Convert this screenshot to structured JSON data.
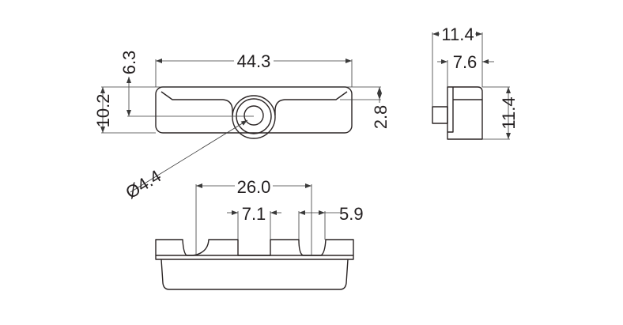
{
  "drawing": {
    "top_view": {
      "width_label": "44.3",
      "center_height_label": "6.3",
      "height_label": "10.2",
      "recess_depth_label": "2.8",
      "hole_diameter_label": "Ø4.4"
    },
    "side_view": {
      "total_depth_label": "11.4",
      "body_depth_label": "7.6",
      "height_label": "11.4"
    },
    "bottom_view": {
      "outer_slot_span_label": "26.0",
      "center_gap_label": "7.1",
      "slot_width_label": "5.9"
    },
    "line_color": "#2a2424"
  }
}
